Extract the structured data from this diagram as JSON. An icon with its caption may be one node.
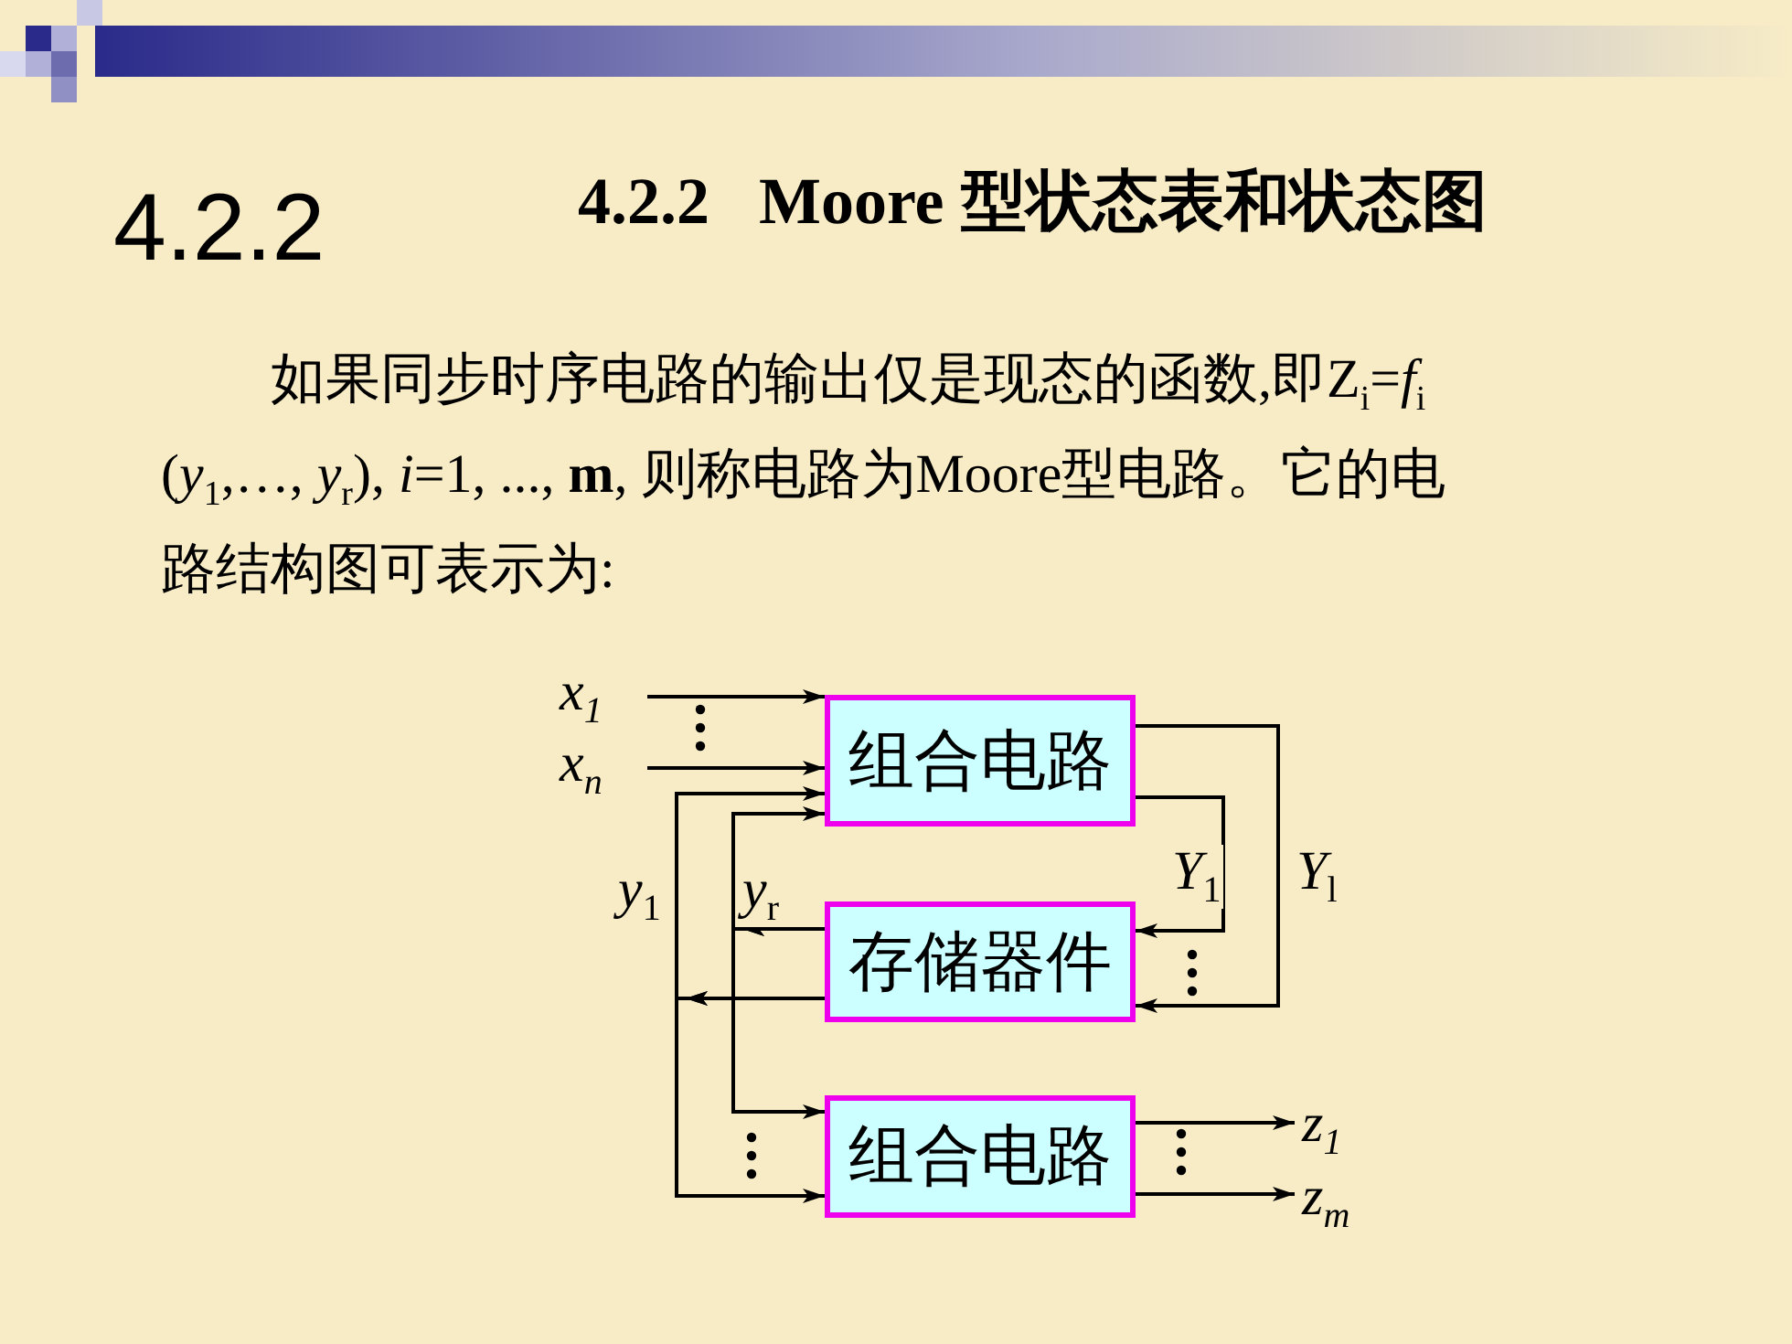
{
  "diagram": {
    "title": "4.2.2   Moore 型状态表和状态图",
    "nodes": [
      {
        "text": [
          "组合电路"
        ]
      },
      {
        "text": [
          "存储器件"
        ]
      },
      {
        "text": [
          "组合电路"
        ]
      },
      {
        "text": [
          "*x*$_{1}$"
        ]
      },
      {
        "text": [
          "*x*$_{n}$"
        ]
      },
      {
        "text": [
          "*z*$_{1}$"
        ]
      },
      {
        "text": [
          "*z*$_{m}$"
        ]
      }
    ],
    "edges": [
      {
        "from": 3,
        "to": 0,
        "arrow": "to"
      },
      {
        "from": 4,
        "to": 0,
        "arrow": "to"
      },
      {
        "from": 0,
        "to": 1,
        "arrow": "to",
        "label": "*Y*$_{1}$"
      },
      {
        "from": 0,
        "to": 1,
        "arrow": "to",
        "label": "*Y*$_{l}$"
      },
      {
        "from": 1,
        "to": 0,
        "arrow": "to",
        "label": "*y*$_{r}$"
      },
      {
        "from": 1,
        "to": 2,
        "arrow": "to"
      },
      {
        "from": 1,
        "to": 0,
        "arrow": "to",
        "label": "*y*$_{1}$"
      },
      {
        "from": 1,
        "to": 2,
        "arrow": "to"
      },
      {
        "from": 2,
        "to": 5,
        "arrow": "to"
      },
      {
        "from": 2,
        "to": 6,
        "arrow": "to"
      }
    ],
    "labels": [
      "4.2.2",
      "如果同步时序电路的输出仅是现态的函数,即Z$_{i}$=*f*$_{i}$ (*y*$_{1}$,…, *y*$_{r}$), *i*=1, ..., **m**, 则称电路为Moore型电路。它的电路结构图可表示为:"
    ]
  }
}
